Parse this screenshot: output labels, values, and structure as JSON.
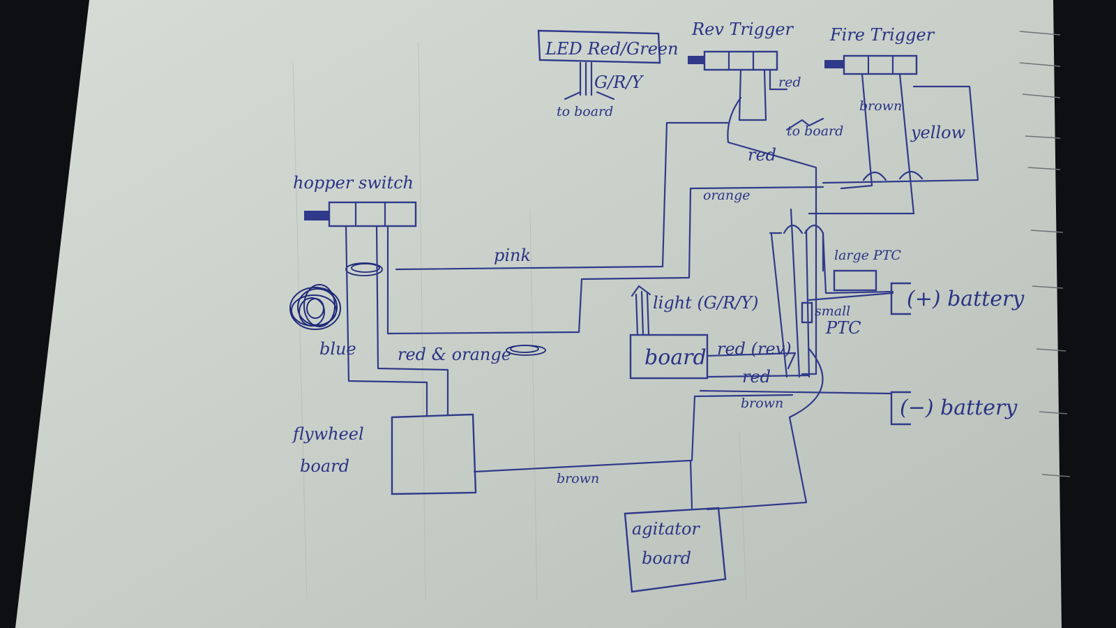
{
  "components": {
    "led": "LED Red/Green",
    "led_wire": "G/R/Y",
    "led_to_board": "to board",
    "rev_trigger": "Rev Trigger",
    "fire_trigger": "Fire Trigger",
    "hopper_switch": "hopper switch",
    "flywheel_board_line1": "flywheel",
    "flywheel_board_line2": "board",
    "board": "board",
    "light": "light (G/R/Y)",
    "agitator_board_line1": "agitator",
    "agitator_board_line2": "board",
    "large_ptc": "large PTC",
    "small_ptc_line1": "small",
    "small_ptc_line2": "PTC",
    "battery_pos": "(+) battery",
    "battery_neg": "(−) battery"
  },
  "wire_labels": {
    "rev_red": "red",
    "rev_to_board": "to board",
    "red_mid": "red",
    "brown_fire": "brown",
    "yellow": "yellow",
    "orange": "orange",
    "pink": "pink",
    "blue": "blue",
    "red_orange": "red & orange",
    "red_rev": "red (rev)",
    "red_board": "red",
    "brown_board": "brown",
    "brown_flywheel": "brown"
  }
}
